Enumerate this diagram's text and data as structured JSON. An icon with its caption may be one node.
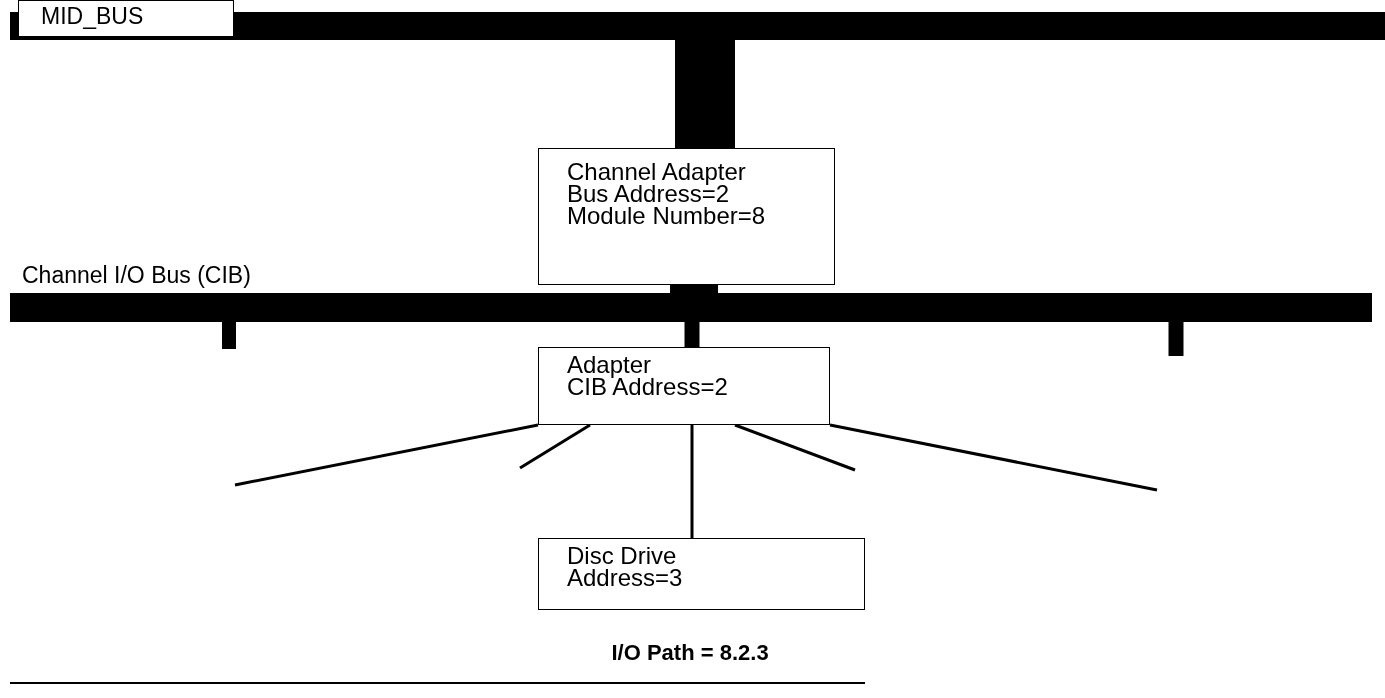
{
  "diagram": {
    "nodes": [
      {
        "text": [
          "MID_BUS"
        ]
      },
      {
        "text": [
          "Channel Adapter",
          "Bus Address=2",
          "Module Number=8"
        ]
      },
      {
        "text": [
          "Channel I/O Bus (CIB)"
        ]
      },
      {
        "text": [
          "Adapter",
          "CIB Address=2"
        ]
      },
      {
        "text": [
          "Disc Drive",
          "Address=3"
        ],
        "beside": [
          "I/O Path = 8.2.3"
        ]
      }
    ],
    "edges": [
      {
        "from": 0,
        "to": 1,
        "arrow": "none",
        "style": "thick"
      },
      {
        "from": 1,
        "to": 2,
        "arrow": "none",
        "style": "thick"
      },
      {
        "from": 2,
        "to": 3,
        "arrow": "none",
        "style": "thick"
      },
      {
        "from": 2,
        "to": null,
        "arrow": "none",
        "style": "thick"
      },
      {
        "from": 2,
        "to": null,
        "arrow": "none",
        "style": "thick"
      },
      {
        "from": 3,
        "to": null,
        "arrow": "none"
      },
      {
        "from": 3,
        "to": null,
        "arrow": "none"
      },
      {
        "from": 3,
        "to": 4,
        "arrow": "none"
      },
      {
        "from": 3,
        "to": null,
        "arrow": "none"
      },
      {
        "from": 3,
        "to": null,
        "arrow": "none"
      }
    ]
  }
}
